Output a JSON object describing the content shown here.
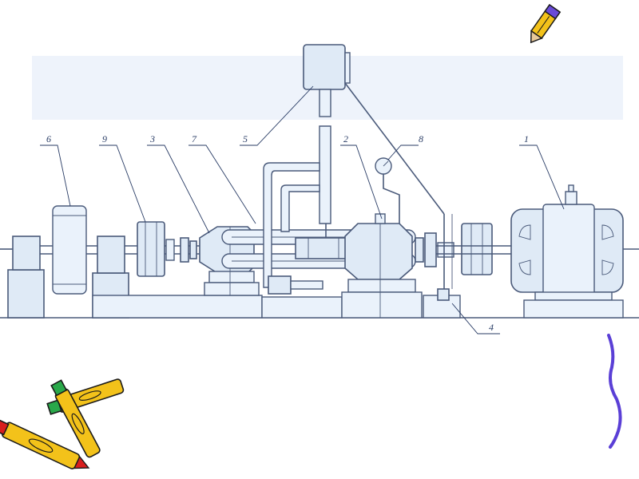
{
  "labels": {
    "l1": "1",
    "l2": "2",
    "l3": "3",
    "l4": "4",
    "l5": "5",
    "l6": "6",
    "l7": "7",
    "l8": "8",
    "l9": "9"
  },
  "colors": {
    "line": "#4a5a7a",
    "fill": "#dfeaf6",
    "wash": "#e4ecf8",
    "label": "#2a3d66",
    "squiggle": "#5a3fd6"
  },
  "icons": [
    "pencil-icon",
    "crayons-icon"
  ]
}
